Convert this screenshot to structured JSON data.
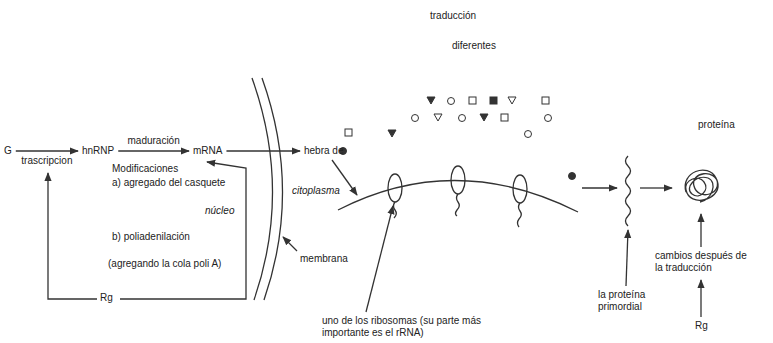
{
  "diagram": {
    "nodes": [
      {
        "text": [
          "G"
        ]
      },
      {
        "text": [
          "hnRNP"
        ]
      },
      {
        "text": [
          "mRNA"
        ]
      },
      {
        "text": [
          "hebra de"
        ]
      },
      {
        "text": [
          "proteína"
        ]
      }
    ],
    "edges": [
      {
        "from": 0,
        "to": 1,
        "label": "trascripcion",
        "arrow": "to"
      },
      {
        "from": 1,
        "to": 2,
        "label": "maduración",
        "arrow": "to"
      },
      {
        "from": 2,
        "to": 3,
        "arrow": "to"
      }
    ],
    "labels": [
      "traducción",
      "diferentes",
      "Modificaciones",
      "a) agregado del casquete",
      "b) poliadenilación",
      "(agregando la cola poli A)",
      "núcleo",
      "citoplasma",
      "membrana",
      "Rg",
      "uno de los ribosomas (su parte más importante es el rRNA)",
      "la proteína primordial",
      "cambios después de la traducción",
      "Rg"
    ]
  }
}
